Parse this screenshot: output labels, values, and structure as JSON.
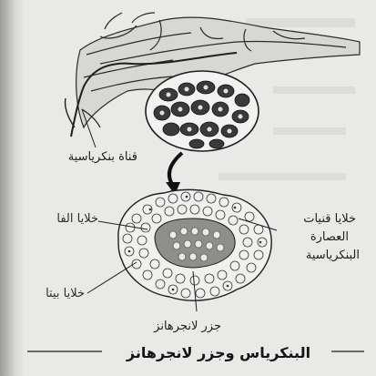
{
  "labels": {
    "pancreatic_duct": "قناة بنكرياسية",
    "cells_alpha": "خلايا الفا",
    "cells_beta": "خلايا بيتا",
    "acinar_cells": [
      "خلايا قنيات",
      "العصارة",
      "البنكرياسية"
    ],
    "islets": "جزر لانجرهانز"
  },
  "caption": "البنكرياس وجزر لانجرهانز",
  "colors": {
    "ink": "#1d1d1d",
    "paper": "#e9e9e7"
  }
}
